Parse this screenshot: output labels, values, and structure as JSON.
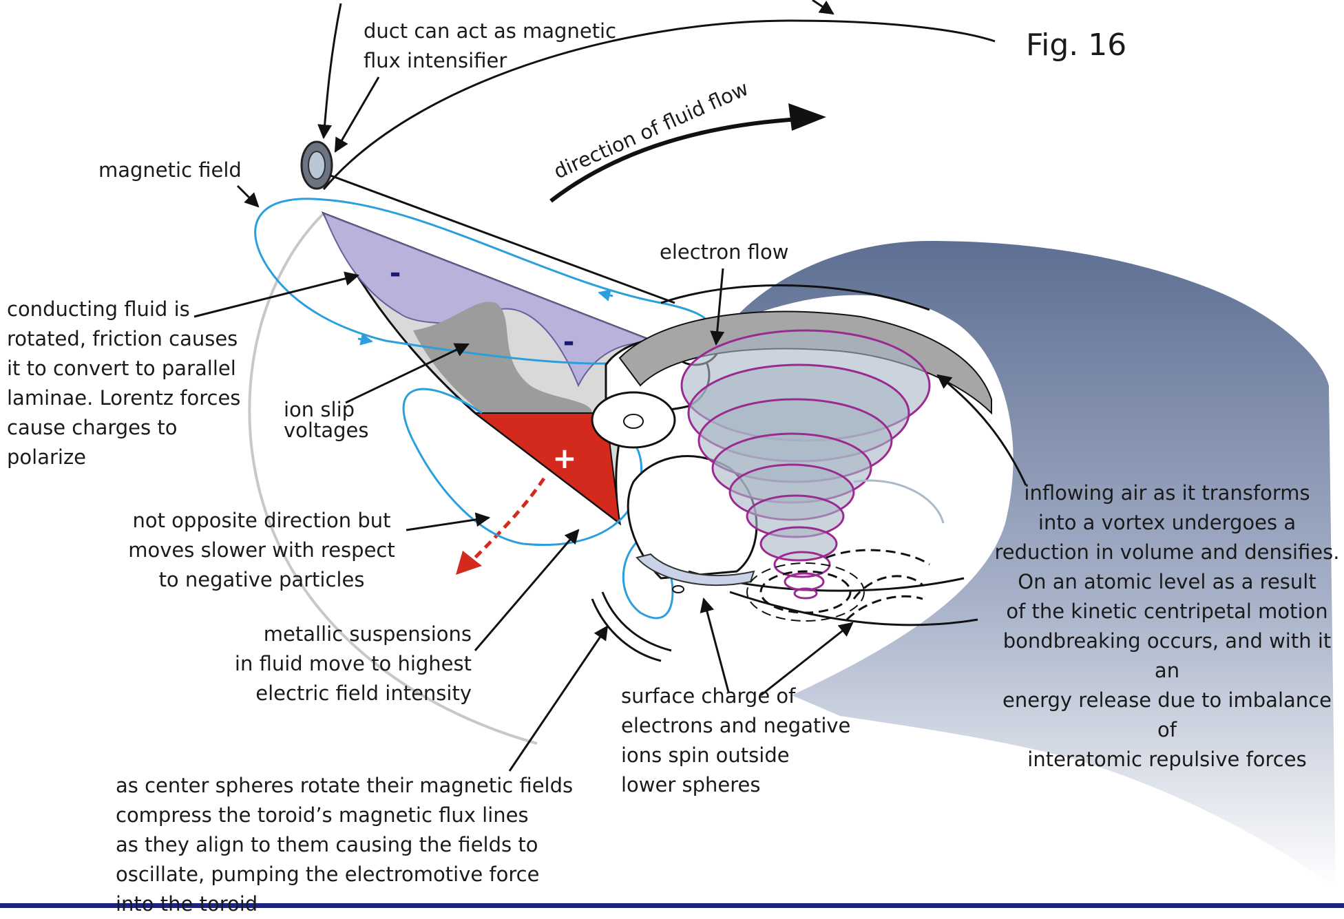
{
  "figure": {
    "title": "Fig. 16",
    "flow_label": "direction of fluid flow",
    "charge_negative": "-",
    "charge_positive": "+"
  },
  "labels": {
    "duct": "duct can act as magnetic\nflux intensifier",
    "magnetic_field": "magnetic field",
    "conducting_fluid": "conducting fluid is\nrotated, friction causes\nit to convert to parallel\nlaminae. Lorentz forces\ncause charges to\npolarize",
    "ion_slip": "ion slip\nvoltages",
    "electron_flow": "electron flow",
    "not_opposite": "not opposite direction but\nmoves slower with respect\nto negative particles",
    "metallic": "metallic suspensions\nin fluid move to highest\nelectric field intensity",
    "surface_charge": "surface charge of\nelectrons and negative\nions spin outside\nlower spheres",
    "center_spheres": "as center spheres rotate their magnetic fields\ncompress the toroid’s magnetic flux lines\nas they align to them causing the fields to\noscillate, pumping the electromotive force\ninto the toroid",
    "inflowing_air": "inflowing air as it transforms\ninto a vortex undergoes a\nreduction in volume and densifies.\nOn an atomic level as a result\nof the kinetic centripetal motion\nbondbreaking occurs, and with it an\nenergy release due to imbalance of\ninteratomic repulsive forces"
  },
  "colors": {
    "field_line": "#2a9fdc",
    "negative_region": "#b9b3dc",
    "positive_region": "#d42a1d",
    "vortex": "#9a2a90",
    "vortex_fill": "#a8b8c6",
    "wave": "#5e6f93",
    "bottom_rule": "#1a237e"
  }
}
